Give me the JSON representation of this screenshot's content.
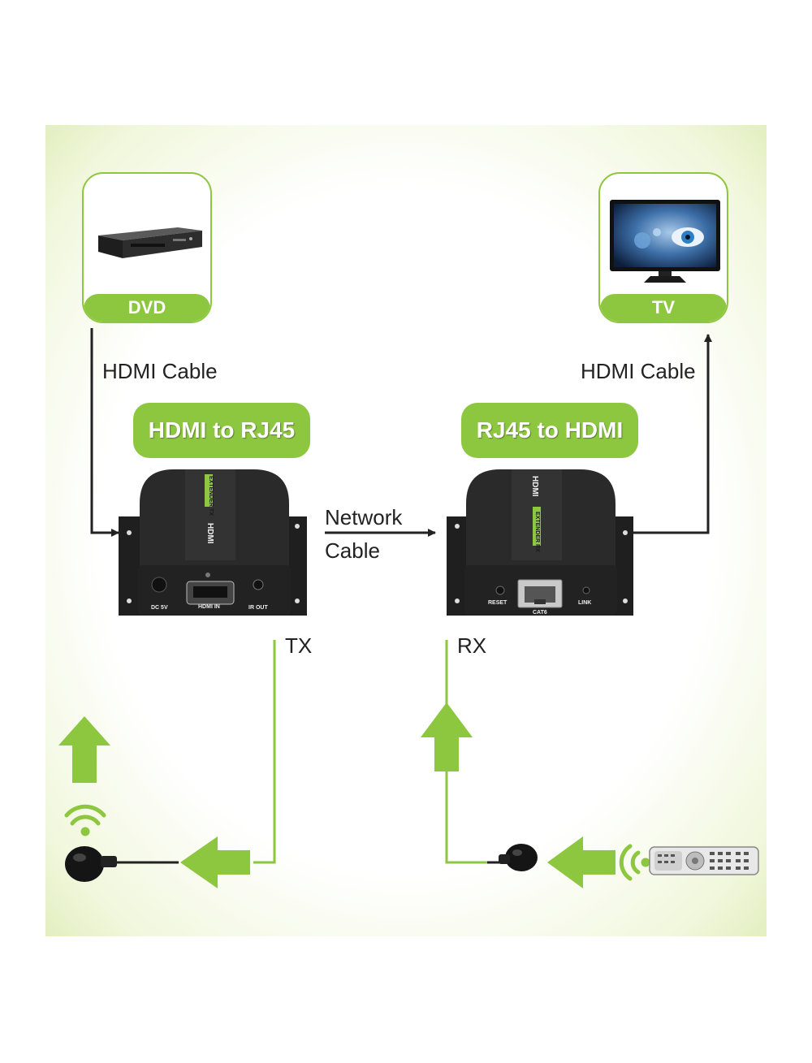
{
  "source": {
    "label": "DVD"
  },
  "display": {
    "label": "TV"
  },
  "transmitter": {
    "title": "HDMI to RJ45",
    "side_label": "TX",
    "ports": [
      "DC 5V",
      "HDMI IN",
      "IR OUT"
    ],
    "top_text": "EXTENDER TX",
    "brand": "HDMI"
  },
  "receiver": {
    "title": "RJ45 to HDMI",
    "side_label": "RX",
    "ports": [
      "RESET",
      "CAT6",
      "LINK"
    ],
    "top_text": "EXTENDER RX",
    "brand": "HDMI"
  },
  "links": {
    "left_cable": "HDMI Cable",
    "right_cable": "HDMI Cable",
    "network_line1": "Network",
    "network_line2": "Cable"
  },
  "colors": {
    "accent": "#8dc63f",
    "device": "#2b2b2b",
    "line": "#222222"
  }
}
